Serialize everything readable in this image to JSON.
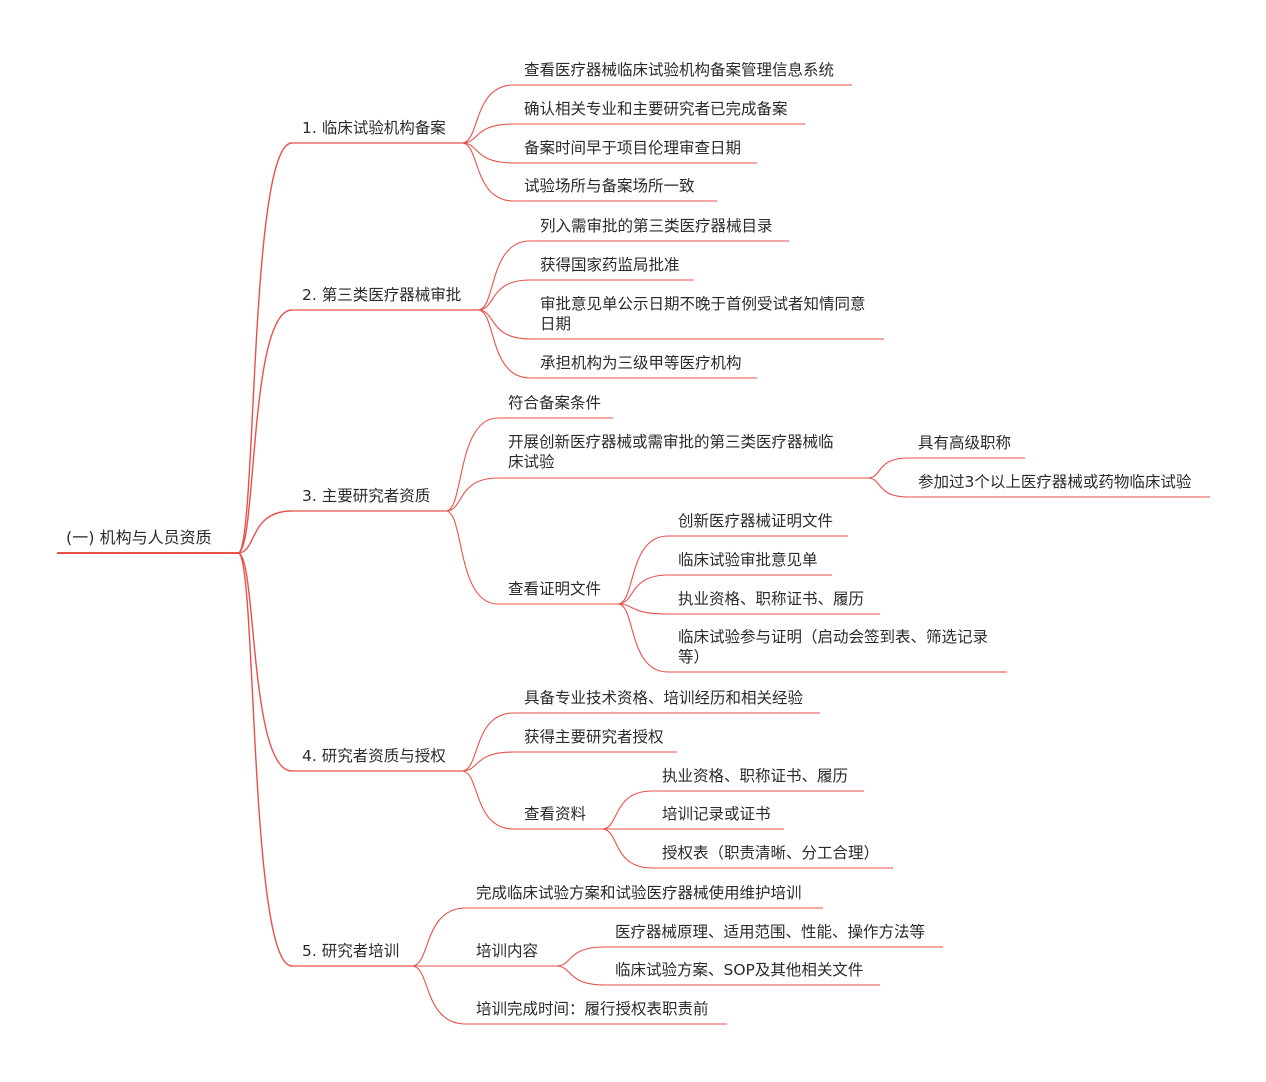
{
  "mindmap": {
    "line_color": "#e8504a",
    "root": "(一) 机构与人员资质",
    "branches": [
      {
        "label": "1. 临床试验机构备案",
        "children": [
          "查看医疗器械临床试验机构备案管理信息系统",
          "确认相关专业和主要研究者已完成备案",
          "备案时间早于项目伦理审查日期",
          "试验场所与备案场所一致"
        ]
      },
      {
        "label": "2. 第三类医疗器械审批",
        "children": [
          "列入需审批的第三类医疗器械目录",
          "获得国家药监局批准",
          "审批意见单公示日期不晚于首例受试者知情同意日期",
          "承担机构为三级甲等医疗机构"
        ]
      },
      {
        "label": "3. 主要研究者资质",
        "children": [
          "符合备案条件",
          "开展创新医疗器械或需审批的第三类医疗器械临床试验",
          "查看证明文件"
        ],
        "sub_innovative": [
          "具有高级职称",
          "参加过3个以上医疗器械或药物临床试验"
        ],
        "sub_docs": [
          "创新医疗器械证明文件",
          "临床试验审批意见单",
          "执业资格、职称证书、履历",
          "临床试验参与证明（启动会签到表、筛选记录等）"
        ]
      },
      {
        "label": "4. 研究者资质与授权",
        "children": [
          "具备专业技术资格、培训经历和相关经验",
          "获得主要研究者授权",
          "查看资料"
        ],
        "sub_materials": [
          "执业资格、职称证书、履历",
          "培训记录或证书",
          "授权表（职责清晰、分工合理）"
        ]
      },
      {
        "label": "5. 研究者培训",
        "children": [
          "完成临床试验方案和试验医疗器械使用维护培训",
          "培训内容",
          "培训完成时间：履行授权表职责前"
        ],
        "sub_content": [
          "医疗器械原理、适用范围、性能、操作方法等",
          "临床试验方案、SOP及其他相关文件"
        ]
      }
    ]
  }
}
